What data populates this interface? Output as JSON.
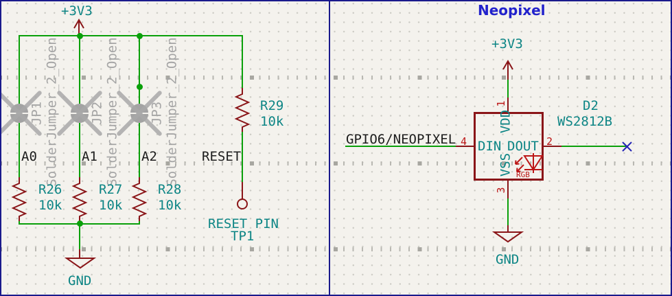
{
  "palette": {
    "wire_green": "#0aa00a",
    "symbol_maroon": "#8a1518",
    "pin_red": "#bc1616",
    "field_teal": "#0d8585",
    "label_black": "#1c1c1c",
    "jumper_gray": "#a5a5a5",
    "noconnect_blue": "#2525b5",
    "title_blue": "#2222cc",
    "frame_navy": "#1a1a8c",
    "background": "#f4f2ed"
  },
  "left": {
    "power_net": "+3V3",
    "gnd_net": "GND",
    "jumpers": [
      {
        "ref": "JP1",
        "value": "SolderJumper_2_Open",
        "net": "A0",
        "res_ref": "R26",
        "res_val": "10k"
      },
      {
        "ref": "JP2",
        "value": "SolderJumper_2_Open",
        "net": "A1",
        "res_ref": "R27",
        "res_val": "10k"
      },
      {
        "ref": "JP3",
        "value": "SolderJumper_2_Open",
        "net": "A2",
        "res_ref": "R28",
        "res_val": "10k"
      }
    ],
    "pullup": {
      "ref": "R29",
      "value": "10k",
      "net": "RESET"
    },
    "testpoint": {
      "label": "RESET PIN",
      "ref": "TP1"
    }
  },
  "right": {
    "title": "Neopixel",
    "power_net": "+3V3",
    "gnd_net": "GND",
    "input_label": "GPIO6/NEOPIXEL",
    "chip": {
      "ref": "D2",
      "value": "WS2812B",
      "pin_vdd": {
        "num": "1",
        "name": "VDD"
      },
      "pin_dout": {
        "num": "2",
        "name": "DOUT"
      },
      "pin_vss": {
        "num": "3",
        "name": "VSS"
      },
      "pin_din": {
        "num": "4",
        "name": "DIN"
      },
      "led_label": "RGB"
    }
  }
}
